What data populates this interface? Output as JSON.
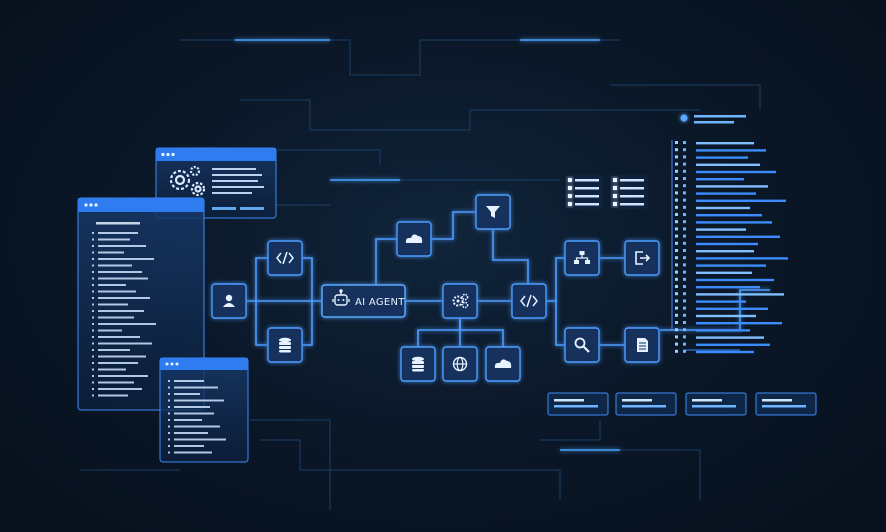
{
  "colors": {
    "background": "#0a1524",
    "accent": "#3a8cff",
    "accent_bright": "#6fb6ff",
    "node_fill": "#14325c",
    "node_stroke": "#4d9cff",
    "panel_fill": "#0f2747",
    "panel_header": "#2f7cf0",
    "text_dots": "#cfe4ff"
  },
  "diagram": {
    "center_node": {
      "label": "AI AGENT",
      "icon": "robot-icon"
    },
    "nodes": [
      {
        "id": "user",
        "icon": "user-icon"
      },
      {
        "id": "code-top",
        "icon": "code-icon"
      },
      {
        "id": "database-left",
        "icon": "database-icon"
      },
      {
        "id": "cloud-top",
        "icon": "cloud-icon"
      },
      {
        "id": "filter",
        "icon": "filter-icon"
      },
      {
        "id": "settings",
        "icon": "gears-icon"
      },
      {
        "id": "database-bottom",
        "icon": "database-icon"
      },
      {
        "id": "globe",
        "icon": "globe-icon"
      },
      {
        "id": "cloud-bottom",
        "icon": "cloud-icon"
      },
      {
        "id": "code-right",
        "icon": "code-icon"
      },
      {
        "id": "hierarchy",
        "icon": "sitemap-icon"
      },
      {
        "id": "export",
        "icon": "export-icon"
      },
      {
        "id": "search",
        "icon": "search-icon"
      },
      {
        "id": "document",
        "icon": "document-icon"
      }
    ],
    "panels": [
      {
        "id": "settings-window",
        "icon": "gears-icon"
      },
      {
        "id": "code-window-large"
      },
      {
        "id": "code-window-small"
      }
    ]
  }
}
